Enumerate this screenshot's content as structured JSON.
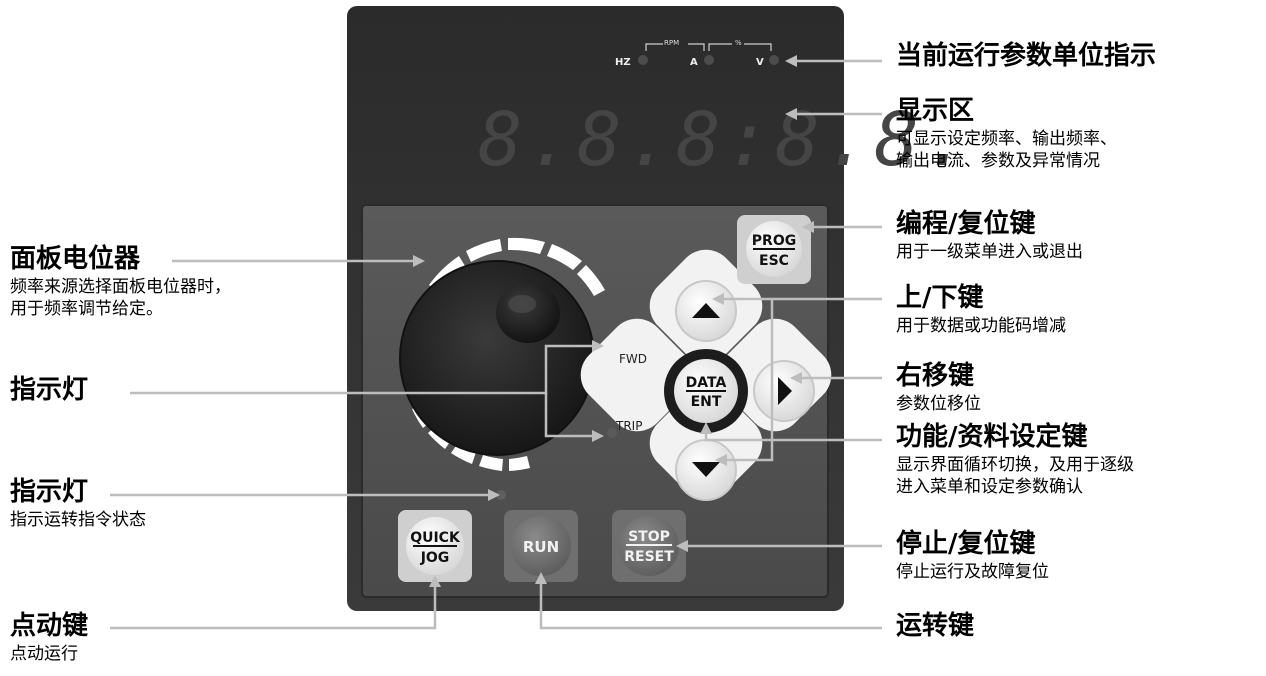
{
  "panel": {
    "unit_leds": {
      "hz": "HZ",
      "a": "A",
      "v": "V",
      "rpm": "RPM",
      "percent": "%"
    },
    "display_digits": "8.8.8:8.8.",
    "indicators": {
      "fwd": "FWD",
      "trip": "TRIP"
    },
    "keys": {
      "prog": {
        "top": "PROG",
        "bottom": "ESC"
      },
      "data": {
        "top": "DATA",
        "bottom": "ENT"
      },
      "quick": {
        "top": "QUICK",
        "bottom": "JOG"
      },
      "run": "RUN",
      "stop": {
        "top": "STOP",
        "bottom": "RESET"
      }
    }
  },
  "callouts": {
    "unit_indicator": {
      "title": "当前运行参数单位指示"
    },
    "display_area": {
      "title": "显示区",
      "desc": [
        "可显示设定频率、输出频率、",
        "输出电流、参数及异常情况"
      ]
    },
    "prog_key": {
      "title": "编程/复位键",
      "desc": [
        "用于一级菜单进入或退出"
      ]
    },
    "up_down": {
      "title": "上/下键",
      "desc": [
        "用于数据或功能码增减"
      ]
    },
    "right_shift": {
      "title": "右移键",
      "desc": [
        "参数位移位"
      ]
    },
    "data_key": {
      "title": "功能/资料设定键",
      "desc": [
        "显示界面循环切换，及用于逐级",
        "进入菜单和设定参数确认"
      ]
    },
    "stop_key": {
      "title": "停止/复位键",
      "desc": [
        "停止运行及故障复位"
      ]
    },
    "run_key": {
      "title": "运转键"
    },
    "potentiometer": {
      "title": "面板电位器",
      "desc": [
        "频率来源选择面板电位器时，",
        "用于频率调节给定。"
      ]
    },
    "indicator_lights": {
      "title": "指示灯"
    },
    "run_indicator": {
      "title": "指示灯",
      "desc": [
        "指示运转指令状态"
      ]
    },
    "jog_key": {
      "title": "点动键",
      "desc": [
        "点动运行"
      ]
    }
  }
}
